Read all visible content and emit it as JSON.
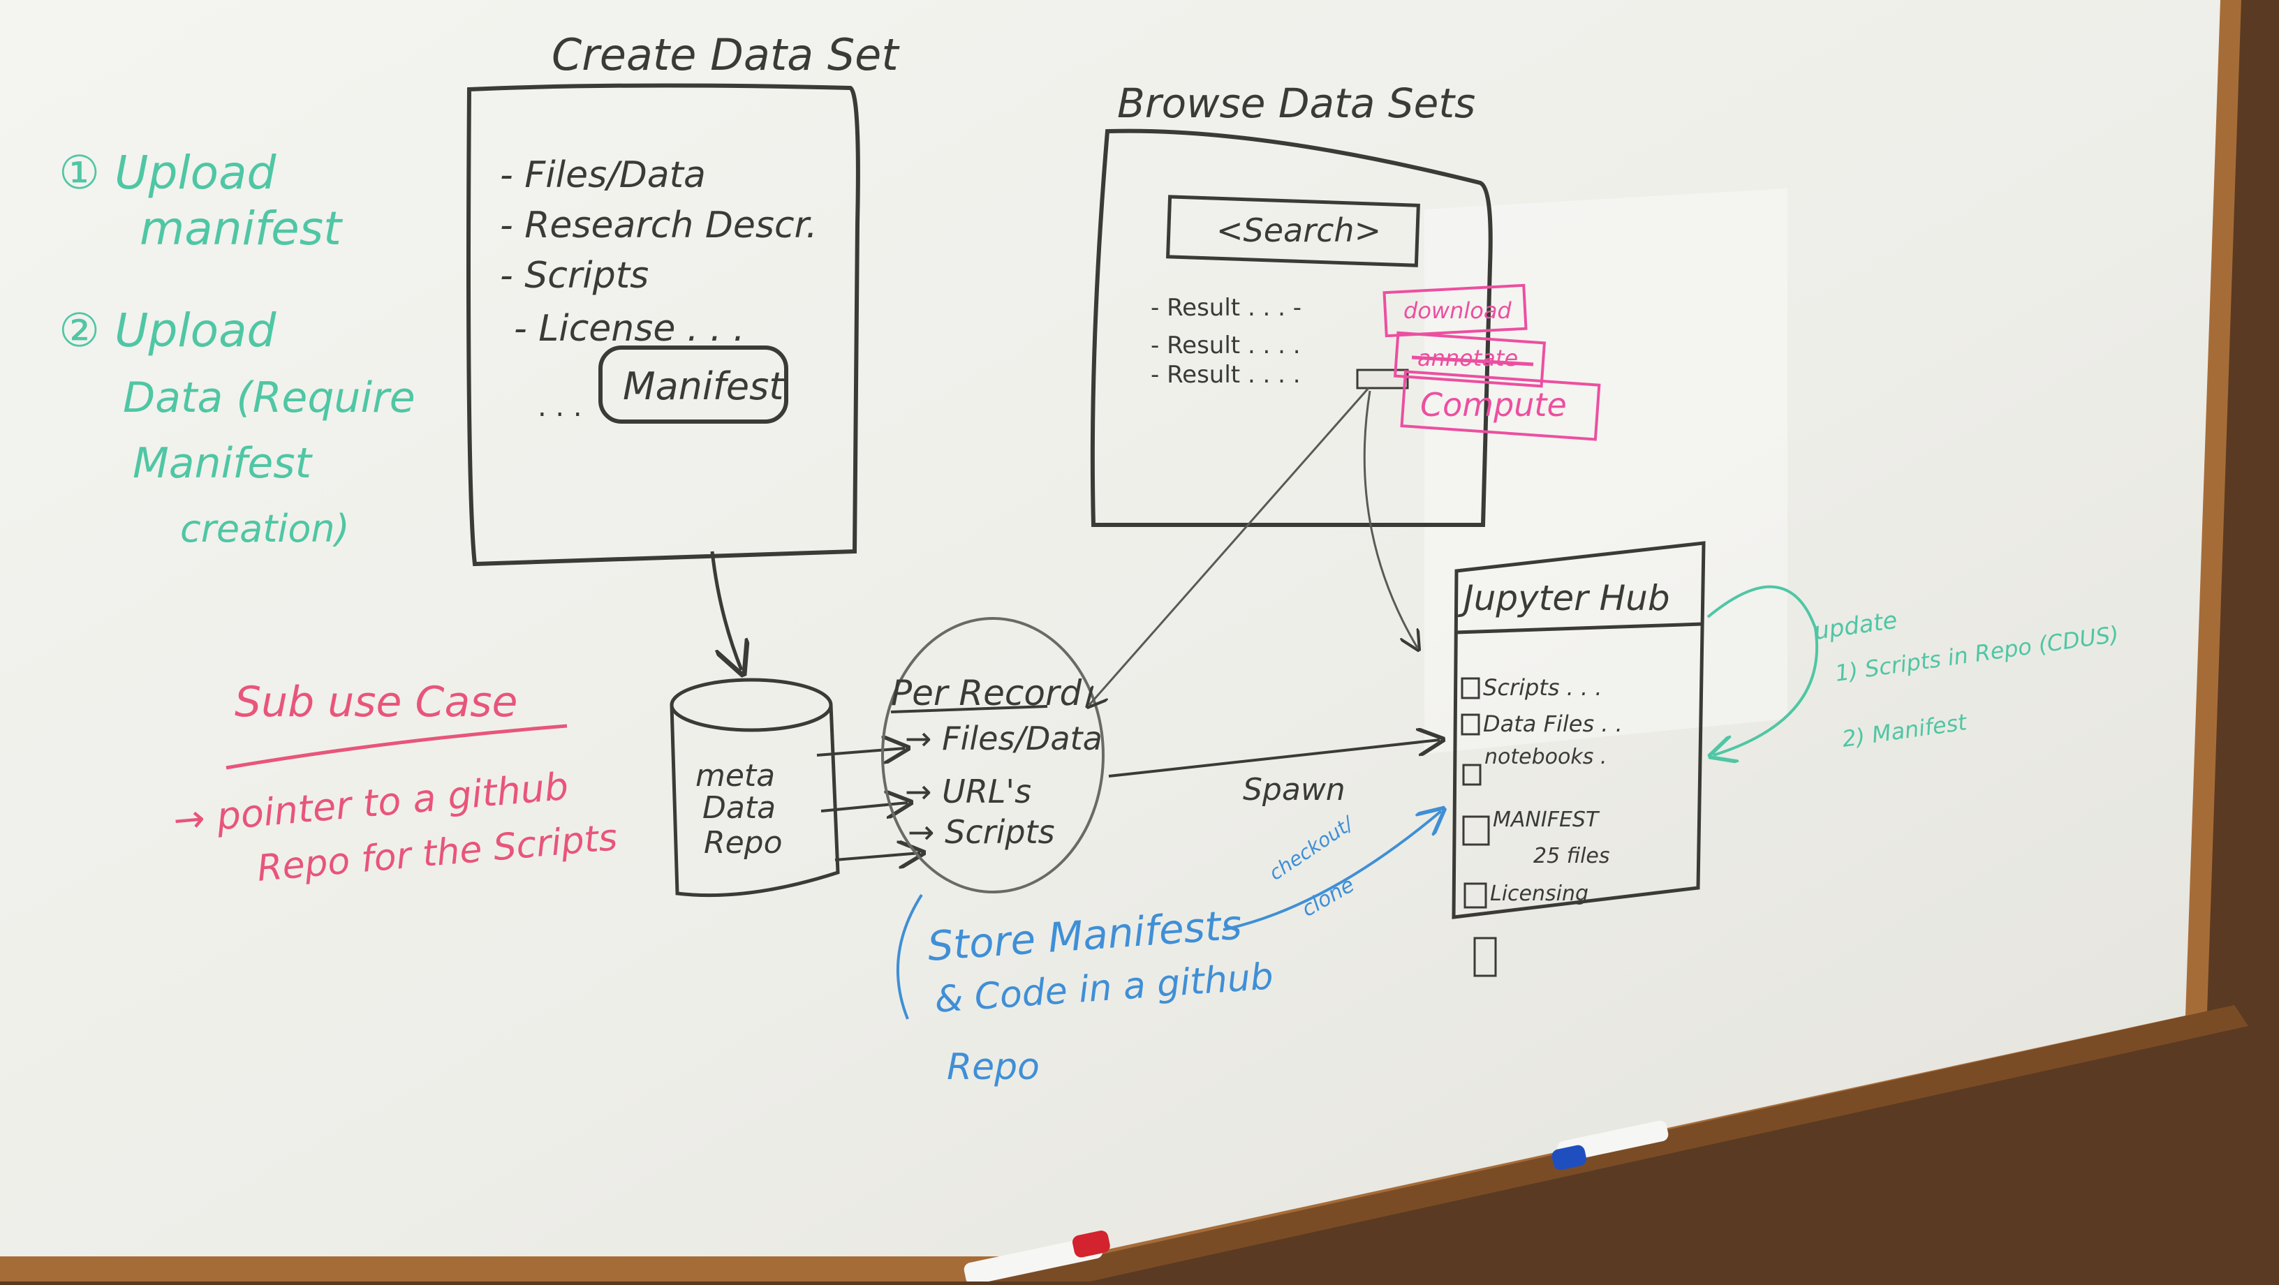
{
  "colors": {
    "black_marker": "#3a3a36",
    "green_marker": "#4fc6a4",
    "red_marker": "#e8557a",
    "magenta_marker": "#ec4fa0",
    "blue_marker": "#3f8fd6",
    "board": "#f2f1ec",
    "frame": "#9a6434"
  },
  "create": {
    "title": "Create Data Set",
    "items": [
      "- Files/Data",
      "- Research Descr.",
      "- Scripts",
      "- License . . ."
    ],
    "ellipsis": ". . .",
    "manifest": "Manifest"
  },
  "browse": {
    "title": "Browse Data Sets",
    "search": "<Search>",
    "results": [
      "- Result . . . -",
      "- Result . . . .",
      "- Result . . . ."
    ],
    "tags": [
      "download",
      "annotate",
      "Compute"
    ]
  },
  "left_notes": {
    "step1": [
      "① Upload",
      "manifest"
    ],
    "step2": [
      "② Upload",
      "Data (Require",
      "Manifest",
      "creation)"
    ]
  },
  "sub_use_case": {
    "title": "Sub use Case",
    "lines": [
      "→ pointer to a github",
      "Repo for the Scripts"
    ]
  },
  "repo": {
    "label": [
      "meta",
      "Data",
      "Repo"
    ]
  },
  "per_record": {
    "title": "Per Record",
    "items": [
      "→ Files/Data",
      "→ URL's",
      "→ Scripts"
    ]
  },
  "spawn_label": "Spawn",
  "jupyter": {
    "title": "Jupyter Hub",
    "items": [
      "Scripts . . .",
      "Data Files . .",
      "notebooks .",
      "MANIFEST",
      "Licensing"
    ],
    "manifest_size": "25 files"
  },
  "update_note": [
    "update",
    "1) Scripts in Repo (CDUS)",
    "2) Manifest"
  ],
  "store_note": [
    "Store Manifests",
    "& Code in a github",
    "Repo"
  ],
  "checkout_label": [
    "checkout/",
    "clone"
  ]
}
